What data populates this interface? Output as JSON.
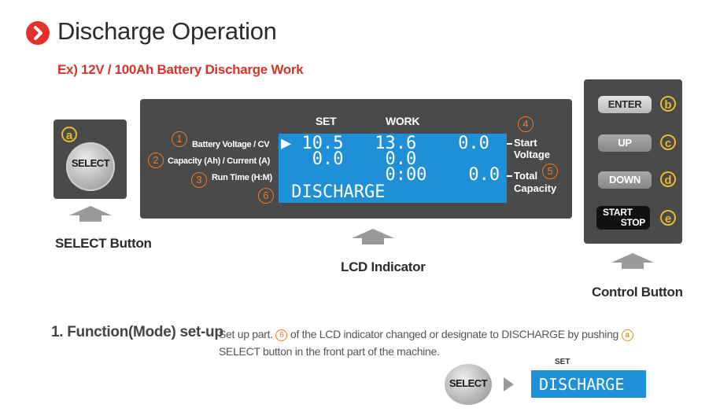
{
  "header": {
    "title": "Discharge Operation",
    "subtitle": "Ex) 12V / 100Ah Battery Discharge Work"
  },
  "select_panel": {
    "badge": "a",
    "button_label": "SELECT",
    "caption": "SELECT Button"
  },
  "lcd": {
    "col_set": "SET",
    "col_work": "WORK",
    "labels": [
      {
        "num": "1",
        "text": "Battery Voltage / CV"
      },
      {
        "num": "2",
        "text": "Capacity (Ah) / Current (A)"
      },
      {
        "num": "3",
        "text": "Run Time (H:M)"
      },
      {
        "num": "6",
        "text": ""
      }
    ],
    "right_labels": [
      {
        "num": "4",
        "line1": "Start",
        "line2": "Voltage"
      },
      {
        "num": "5",
        "line1": "Total",
        "line2": "Capacity"
      }
    ],
    "rows": [
      "▶ 10.5   13.6    0.0",
      "   0.0    0.0",
      "          0:00    0.0",
      " DISCHARGE"
    ],
    "caption": "LCD Indicator"
  },
  "control_panel": {
    "buttons": [
      {
        "label": "ENTER",
        "badge": "b"
      },
      {
        "label": "UP",
        "badge": "c"
      },
      {
        "label": "DOWN",
        "badge": "d"
      },
      {
        "label_line1": "START",
        "label_line2": "STOP",
        "badge": "e"
      }
    ],
    "caption": "Control Button"
  },
  "setup": {
    "heading": "1. Function(Mode) set-up",
    "text_1": "Set up part.",
    "num": "6",
    "text_2": "of the LCD indicator changed or designate to DISCHARGE by pushing",
    "badge": "a",
    "text_3": "SELECT button in the front part of the machine.",
    "example_select": "SELECT",
    "example_set": "SET",
    "example_lcd": "DISCHARGE"
  },
  "colors": {
    "accent_red": "#e4312b",
    "lcd_blue": "#1f8fd8",
    "panel_gray": "#4a4a4a",
    "badge_yellow": "#e7b92e",
    "number_orange": "#ee7a24"
  }
}
